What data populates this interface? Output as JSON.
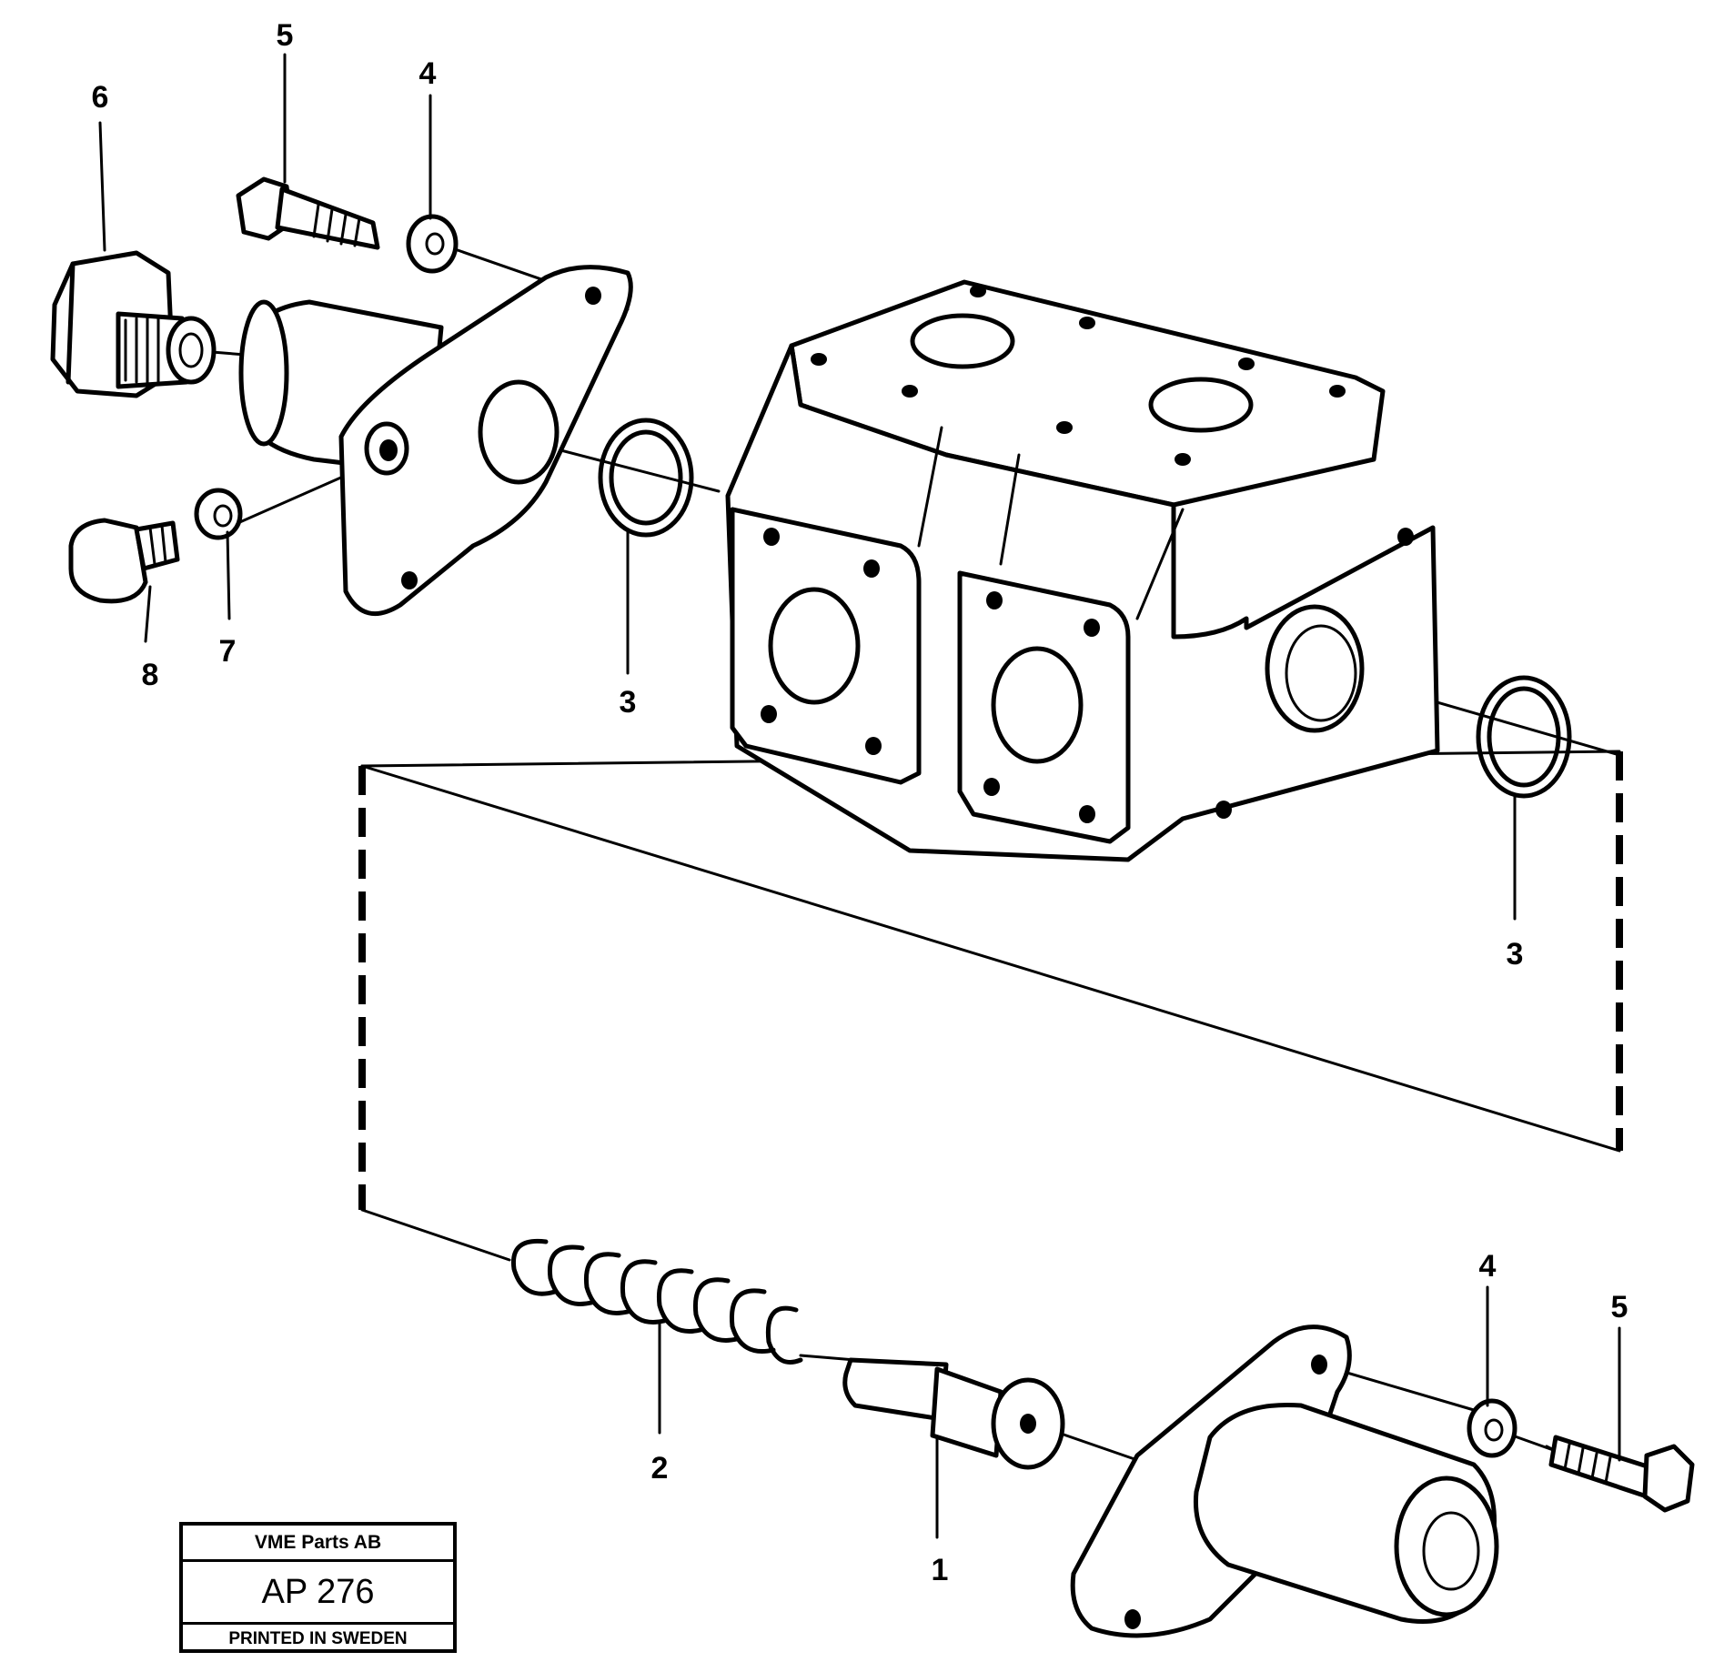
{
  "diagram": {
    "callouts": [
      {
        "id": "c6",
        "label": "6"
      },
      {
        "id": "c5a",
        "label": "5"
      },
      {
        "id": "c4a",
        "label": "4"
      },
      {
        "id": "c8",
        "label": "8"
      },
      {
        "id": "c7",
        "label": "7"
      },
      {
        "id": "c3a",
        "label": "3"
      },
      {
        "id": "c3b",
        "label": "3"
      },
      {
        "id": "c2",
        "label": "2"
      },
      {
        "id": "c1",
        "label": "1"
      },
      {
        "id": "c4b",
        "label": "4"
      },
      {
        "id": "c5b",
        "label": "5"
      }
    ]
  },
  "stamp": {
    "company": "VME Parts AB",
    "code": "AP 276",
    "printed": "PRINTED IN SWEDEN"
  }
}
